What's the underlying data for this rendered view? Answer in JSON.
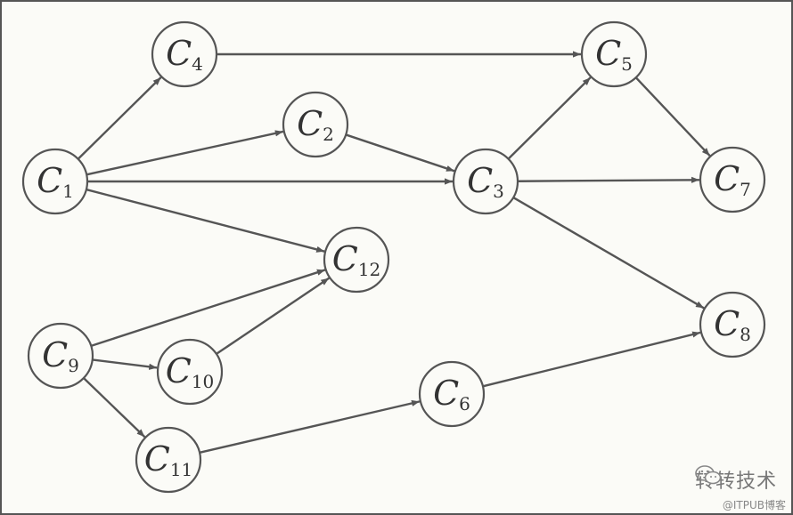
{
  "diagram": {
    "node_letter": "C",
    "nodes": [
      {
        "id": "c1",
        "sub": "1"
      },
      {
        "id": "c2",
        "sub": "2"
      },
      {
        "id": "c3",
        "sub": "3"
      },
      {
        "id": "c4",
        "sub": "4"
      },
      {
        "id": "c5",
        "sub": "5"
      },
      {
        "id": "c6",
        "sub": "6"
      },
      {
        "id": "c7",
        "sub": "7"
      },
      {
        "id": "c8",
        "sub": "8"
      },
      {
        "id": "c9",
        "sub": "9"
      },
      {
        "id": "c10",
        "sub": "10"
      },
      {
        "id": "c11",
        "sub": "11"
      },
      {
        "id": "c12",
        "sub": "12"
      }
    ],
    "edges": [
      {
        "from": "c1",
        "to": "c4"
      },
      {
        "from": "c1",
        "to": "c2"
      },
      {
        "from": "c1",
        "to": "c3"
      },
      {
        "from": "c1",
        "to": "c12"
      },
      {
        "from": "c4",
        "to": "c5"
      },
      {
        "from": "c2",
        "to": "c3"
      },
      {
        "from": "c3",
        "to": "c5"
      },
      {
        "from": "c3",
        "to": "c7"
      },
      {
        "from": "c3",
        "to": "c8"
      },
      {
        "from": "c5",
        "to": "c7"
      },
      {
        "from": "c9",
        "to": "c12"
      },
      {
        "from": "c9",
        "to": "c10"
      },
      {
        "from": "c9",
        "to": "c11"
      },
      {
        "from": "c10",
        "to": "c12"
      },
      {
        "from": "c11",
        "to": "c6"
      },
      {
        "from": "c6",
        "to": "c8"
      }
    ]
  },
  "watermark": {
    "name": "转转技术",
    "icon": "wechat-icon"
  },
  "source": "@ITPUB博客"
}
